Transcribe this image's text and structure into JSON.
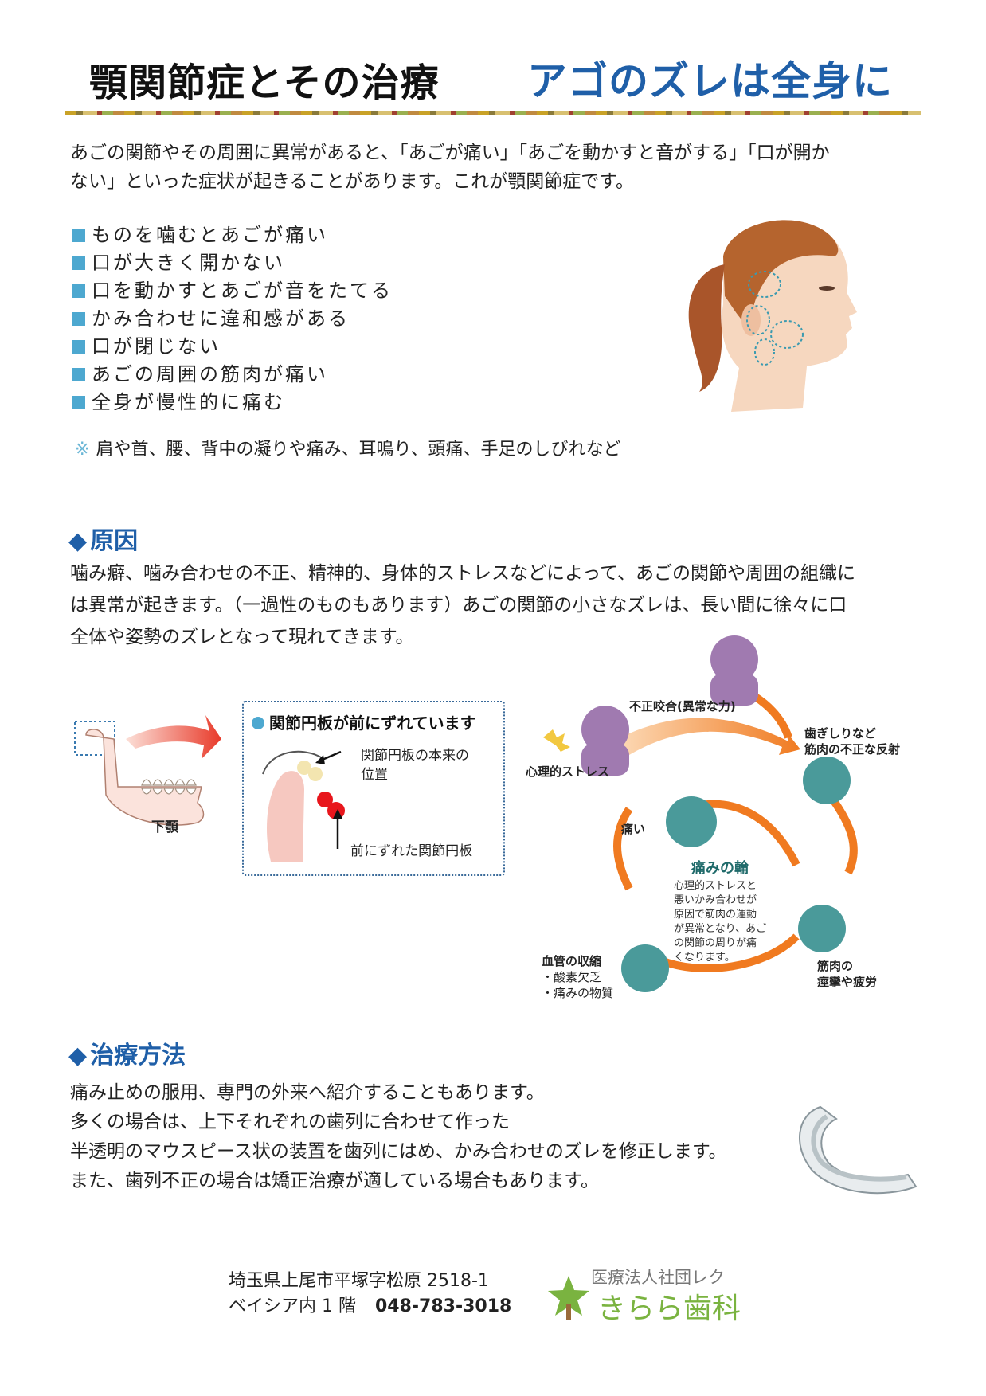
{
  "header": {
    "title_left": "顎関節症とその治療",
    "title_right": "アゴのズレは全身に"
  },
  "intro": {
    "line1": "あごの関節やその周囲に異常があると、「あごが痛い」「あごを動かすと音がする」「口が開か",
    "line2": "ない」といった症状が起きることがあります。これが顎関節症です。"
  },
  "symptoms": [
    "ものを噛むとあごが痛い",
    "口が大きく開かない",
    "口を動かすとあごが音をたてる",
    "かみ合わせに違和感がある",
    "口が閉じない",
    "あごの周囲の筋肉が痛い",
    "全身が慢性的に痛む"
  ],
  "note": {
    "mark": "※",
    "text": "肩や首、腰、背中の凝りや痛み、耳鳴り、頭痛、手足のしびれなど"
  },
  "cause": {
    "heading_mark": "◆",
    "heading": "原因",
    "lines": [
      "噛み癖、噛み合わせの不正、精神的、身体的ストレスなどによって、あごの関節や周囲の組織に",
      "は異常が起きます。（一過性のものもあります）あごの関節の小さなズレは、長い間に徐々に口",
      "全体や姿勢のズレとなって現れてきます。"
    ]
  },
  "jaw_figure": {
    "label": "下顎"
  },
  "disc_box": {
    "title": "関節円板が前にずれています",
    "label_original_1": "関節円板の本来の",
    "label_original_2": "位置",
    "label_shifted": "前にずれた関節円板"
  },
  "cycle": {
    "stress": "心理的ストレス",
    "malocclusion": "不正咬合(異常な力)",
    "grinding_1": "歯ぎしりなど",
    "grinding_2": "筋肉の不正な反射",
    "pain": "痛い",
    "title": "痛みの輪",
    "desc": [
      "心理的ストレスと",
      "悪いかみ合わせが",
      "原因で筋肉の運動",
      "が異常となり、あご",
      "の関節の周りが痛",
      "くなります。"
    ],
    "vessel_1": "血管の収縮",
    "vessel_2": "・酸素欠乏",
    "vessel_3": "・痛みの物質",
    "muscle_1": "筋肉の",
    "muscle_2": "痙攣や疲労"
  },
  "treatment": {
    "heading_mark": "◆",
    "heading": "治療方法",
    "lines": [
      "痛み止めの服用、専門の外来へ紹介することもあります。",
      "多くの場合は、上下それぞれの歯列に合わせて作った",
      "半透明のマウスピース状の装置を歯列にはめ、かみ合わせのズレを修正します。",
      "また、歯列不正の場合は矯正治療が適している場合もあります。"
    ]
  },
  "footer": {
    "address1": "埼玉県上尾市平塚字松原 2518-1",
    "address2": "ベイシア内 1 階",
    "tel": "048-783-3018",
    "org": "医療法人社団レク",
    "clinic": "きらら歯科"
  },
  "colors": {
    "title_blue": "#1f5fa8",
    "bullet_blue": "#4da8d0",
    "cycle_teal": "#4a9a9a",
    "stress_purple": "#a07ab0",
    "arrow_orange": "#f07a20",
    "logo_green": "#7ab340"
  }
}
